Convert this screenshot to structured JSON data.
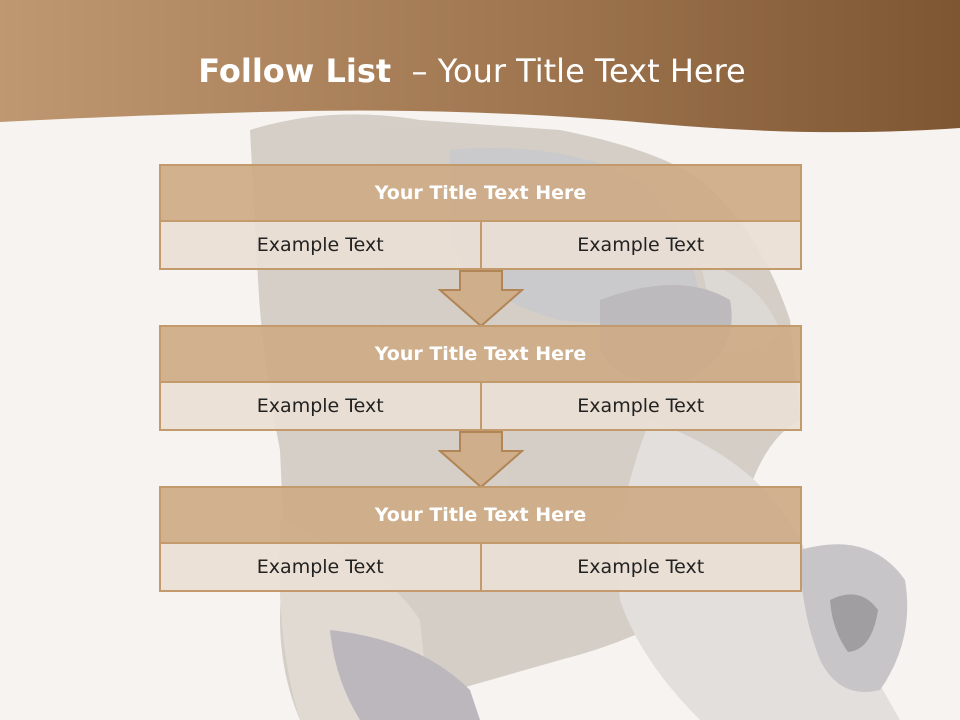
{
  "slide": {
    "title_bold": "Follow List",
    "title_rest": "– Your Title Text Here"
  },
  "colors": {
    "header": "#8a5f38",
    "block_title_bg": "#ceab86",
    "block_cell_bg": "#ebdfd4",
    "border": "#c39a6b",
    "arrow_fill": "#cfae8b"
  },
  "blocks": [
    {
      "title": "Your Title Text Here",
      "cells": [
        "Example Text",
        "Example Text"
      ]
    },
    {
      "title": "Your Title Text Here",
      "cells": [
        "Example Text",
        "Example Text"
      ]
    },
    {
      "title": "Your Title Text Here",
      "cells": [
        "Example Text",
        "Example Text"
      ]
    }
  ]
}
